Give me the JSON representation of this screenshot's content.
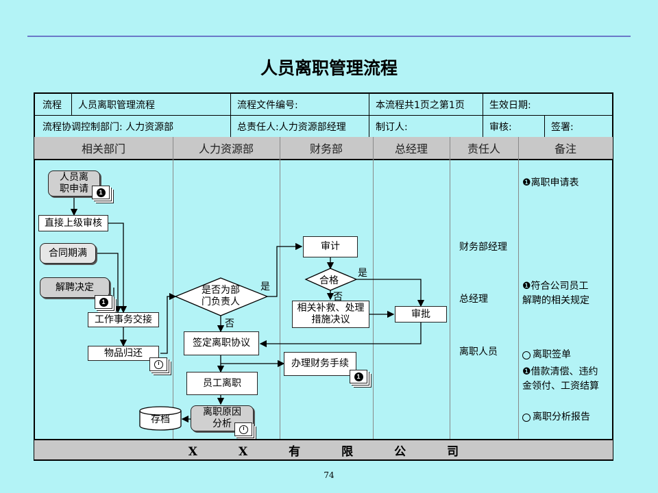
{
  "title": "人员离职管理流程",
  "header": {
    "row1": [
      "流程",
      "人员离职管理流程",
      "流程文件编号:",
      "本流程共1页之第1页",
      "生效日期:"
    ],
    "row2": [
      "流程协调控制部门: 人力资源部",
      "总责任人:人力资源部经理",
      "制订人:",
      "审核:",
      "签署:"
    ]
  },
  "lanes": [
    "相关部门",
    "人力资源部",
    "财务部",
    "总经理",
    "责任人",
    "备注"
  ],
  "nodes": {
    "apply_line1": "人员离",
    "apply_line2": "职申请",
    "direct_review": "直接上级审核",
    "contract_expire": "合同期满",
    "dismissal": "解聘决定",
    "handover": "工作事务交接",
    "return_items": "物品归还",
    "decision_line1": "是否为部",
    "decision_line2": "门负责人",
    "sign_agreement": "签定离职协议",
    "resign": "员工离职",
    "archive": "存档",
    "reason_line1": "离职原因",
    "reason_line2": "分析",
    "audit": "审计",
    "qualified": "合格",
    "measures_line1": "相关补救、处理",
    "measures_line2": "措施决议",
    "finance_procedures": "办理财务手续",
    "approve": "审批"
  },
  "edge_labels": {
    "yes_decision": "是",
    "no_decision": "否",
    "yes_qualified": "是",
    "no_qualified": "否"
  },
  "badges": {
    "apply": "❶",
    "dismissal": "❶",
    "finance": "❶"
  },
  "responsible": [
    "财务部经理",
    "总经理",
    "离职人员"
  ],
  "notes": {
    "n1": "❶离职申请表",
    "n2_line1": "❶符合公司员工",
    "n2_line2": "解聘的相关规定",
    "n3": "离职签单",
    "n4_line1": "❶借款清偿、违约",
    "n4_line2": "金领付、工资结算",
    "n5": "离职分析报告"
  },
  "footer": "XX有限公司",
  "page_number": "74"
}
